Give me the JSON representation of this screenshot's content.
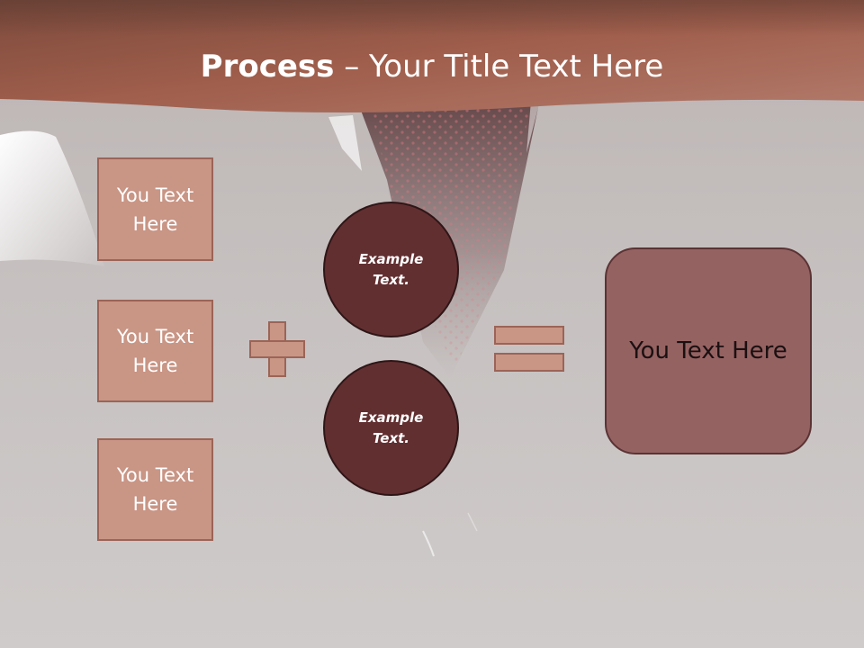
{
  "title": {
    "bold": "Process",
    "dash": "–",
    "rest": "Your Title Text Here"
  },
  "inputs": [
    {
      "label": "You Text Here"
    },
    {
      "label": "You Text Here"
    },
    {
      "label": "You Text Here"
    }
  ],
  "circles": [
    {
      "label": "Example Text."
    },
    {
      "label": "Example Text."
    }
  ],
  "operators": {
    "plus": "plus-icon",
    "equals": "equals-icon"
  },
  "result": {
    "label": "You Text Here"
  },
  "colors": {
    "header": "#9a5a47",
    "input_fill": "#c99585",
    "circle_fill": "#622f31",
    "result_fill": "#956262",
    "background": "#c6c1c0"
  }
}
